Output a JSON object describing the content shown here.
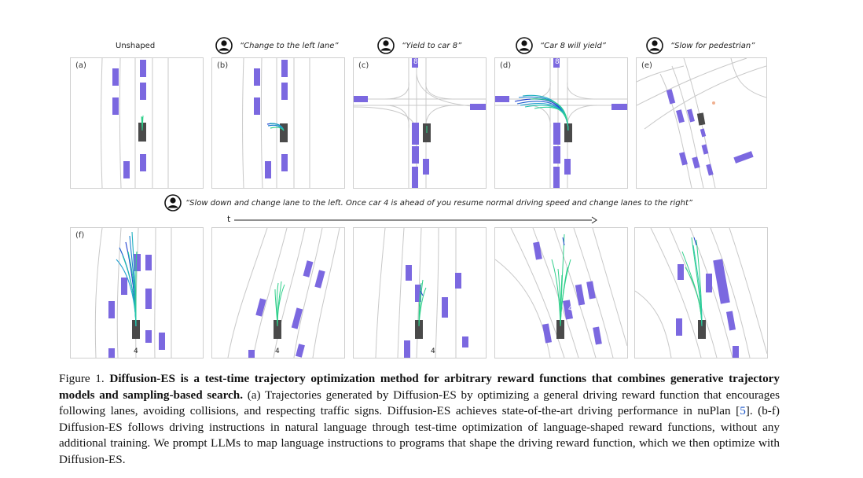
{
  "top_headers": [
    {
      "id": "a",
      "text": "Unshaped",
      "avatar": false
    },
    {
      "id": "b",
      "text": "“Change to the left lane”",
      "avatar": true
    },
    {
      "id": "c",
      "text": "“Yield to car 8”",
      "avatar": true
    },
    {
      "id": "d",
      "text": "“Car 8 will yield”",
      "avatar": true
    },
    {
      "id": "e",
      "text": "“Slow for pedestrian”",
      "avatar": true
    }
  ],
  "panel_labels": [
    "(a)",
    "(b)",
    "(c)",
    "(d)",
    "(e)",
    "(f)"
  ],
  "car_labels": {
    "top_car8": "8",
    "f_car4": "4"
  },
  "instruction": "“Slow down and change lane to the left.  Once car 4 is ahead of you resume normal driving speed and change lanes to the right”",
  "time_label": "t",
  "caption": {
    "prefix": "Figure 1.  ",
    "bold": "Diffusion-ES is a test-time trajectory optimization method for arbitrary reward functions that combines generative trajectory models and sampling-based search.",
    "text1": " (a) Trajectories generated by Diffusion-ES by optimizing a general driving reward function that encourages following lanes, avoiding collisions, and respecting traffic signs. Diffusion-ES achieves state-of-the-art driving performance in nuPlan [",
    "ref": "5",
    "text2": "]. (b-f) Diffusion-ES follows driving instructions in natural language through test-time optimization of language-shaped reward functions, without any additional training.  We prompt LLMs to map language instructions to programs that shape the driving reward function, which we then optimize with Diffusion-ES."
  },
  "colors": {
    "vehicle": "#7b68e0",
    "ego": "#4a4a4a",
    "lane": "#c8c8c8",
    "traj_green": "#2ecf8a",
    "traj_blue": "#1f3fd0"
  }
}
